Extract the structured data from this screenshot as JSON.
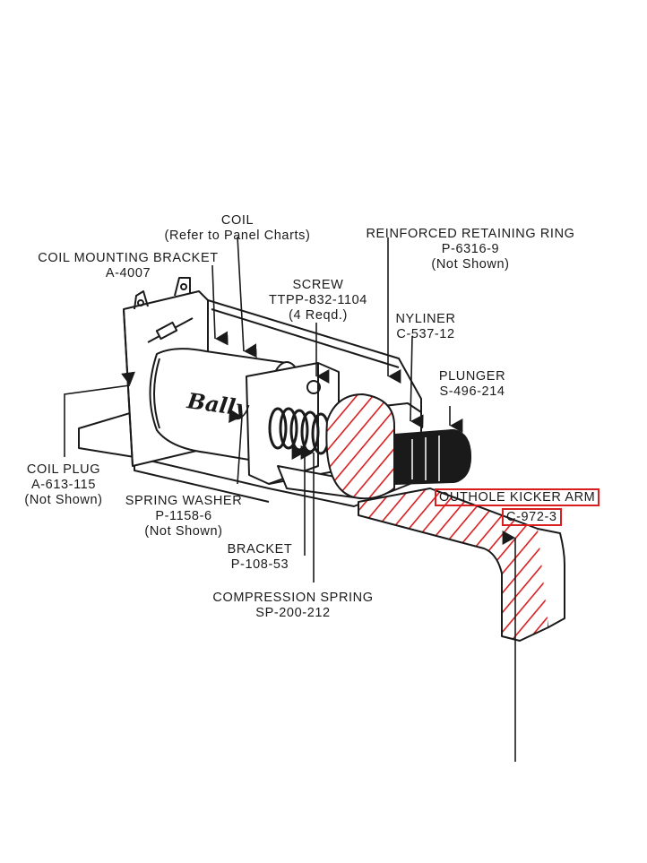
{
  "labels": {
    "coil": {
      "name": "COIL",
      "part": "(Refer to Panel Charts)"
    },
    "coil_bracket": {
      "name": "COIL MOUNTING BRACKET",
      "part": "A-4007"
    },
    "retaining_ring": {
      "name": "REINFORCED RETAINING RING",
      "part": "P-6316-9",
      "note": "(Not Shown)"
    },
    "screw": {
      "name": "SCREW",
      "part": "TTPP-832-1104",
      "note": "(4 Reqd.)"
    },
    "nyliner": {
      "name": "NYLINER",
      "part": "C-537-12"
    },
    "plunger": {
      "name": "PLUNGER",
      "part": "S-496-214"
    },
    "coil_plug": {
      "name": "COIL PLUG",
      "part": "A-613-115",
      "note": "(Not Shown)"
    },
    "spring_washer": {
      "name": "SPRING WASHER",
      "part": "P-1158-6",
      "note": "(Not Shown)"
    },
    "bracket": {
      "name": "BRACKET",
      "part": "P-108-53"
    },
    "compression_spring": {
      "name": "COMPRESSION SPRING",
      "part": "SP-200-212"
    },
    "kicker_arm": {
      "name": "OUTHOLE KICKER ARM",
      "part": "C-972-3"
    }
  },
  "coil_brand": "Bally",
  "colors": {
    "highlight": "#d81e1e",
    "ink": "#1a1a1a"
  }
}
